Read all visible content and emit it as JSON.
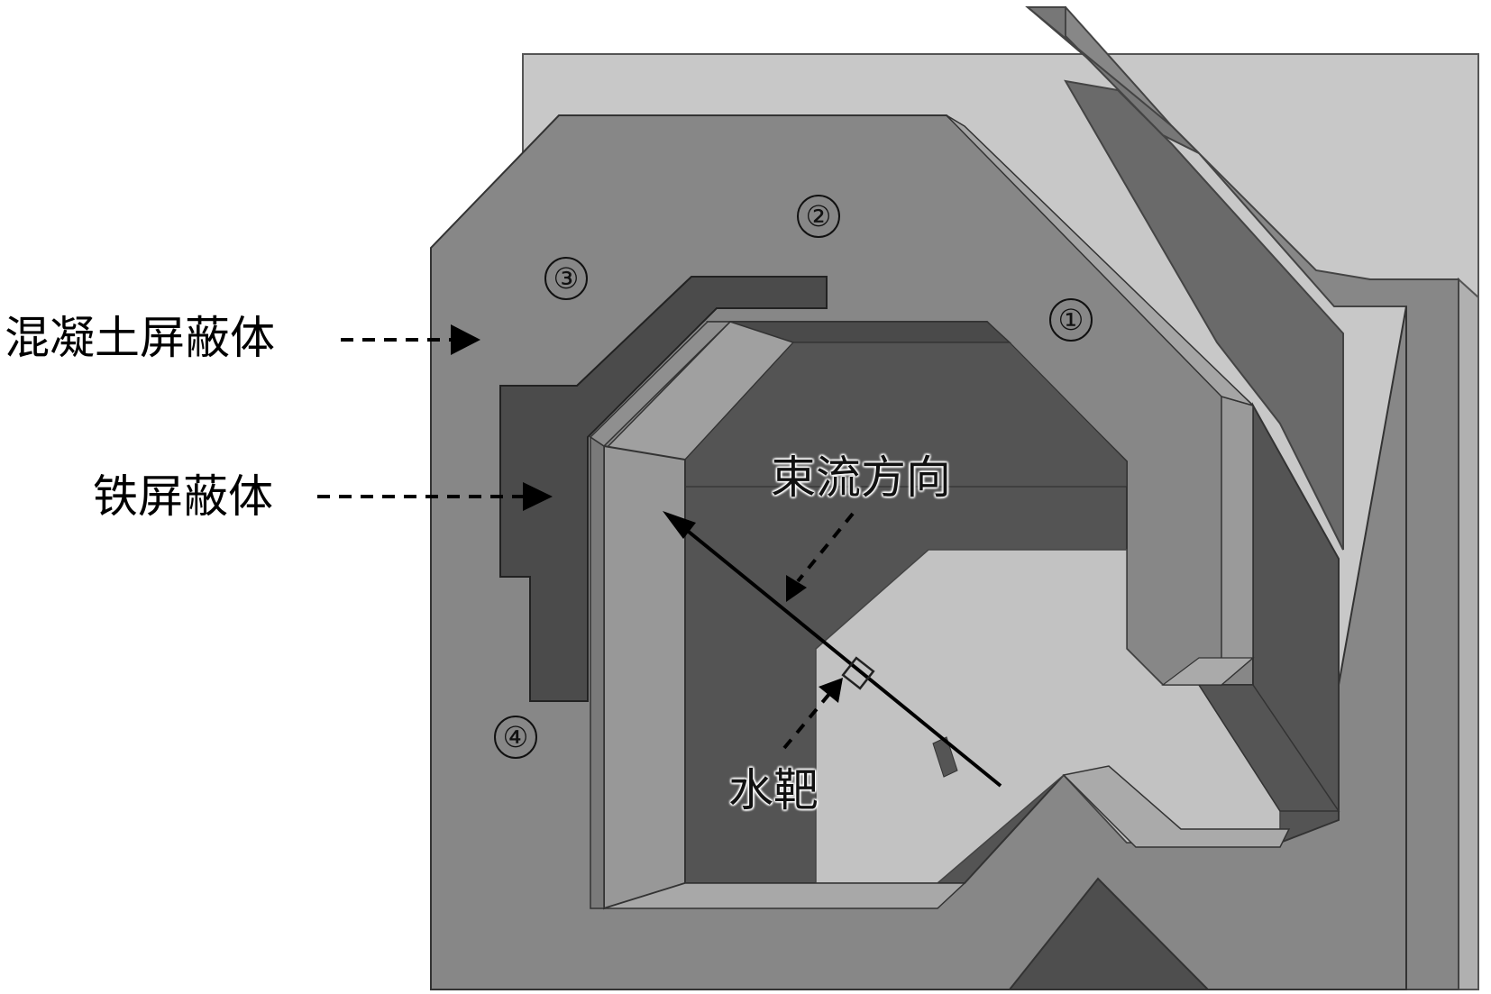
{
  "labels": {
    "concrete_shield": "混凝土屏蔽体",
    "iron_shield": "铁屏蔽体",
    "beam_direction": "束流方向",
    "water_target": "水靶"
  },
  "region_numbers": [
    "①",
    "②",
    "③",
    "④"
  ],
  "colors": {
    "concrete_surface": "#878787",
    "concrete_outer_top": "#c8c8c8",
    "iron_shield": "#4b4b4b",
    "room_floor_dark": "#545454",
    "room_floor_light": "#c2c2c2",
    "wall_face_light": "#989898",
    "wall_face_dark": "#6e6e6e",
    "beam_line": "#000000"
  }
}
